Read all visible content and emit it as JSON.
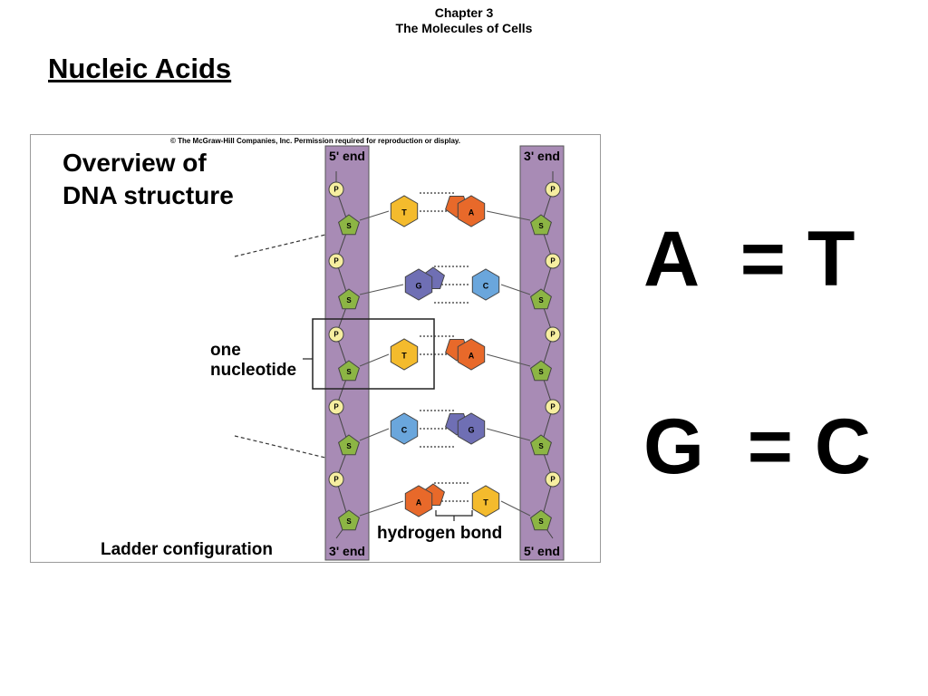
{
  "header": {
    "chapter": "Chapter 3",
    "subtitle": "The Molecules of Cells"
  },
  "slide": {
    "title": "Nucleic Acids"
  },
  "figure": {
    "copyright": "© The McGraw-Hill Companies, Inc. Permission required for reproduction or display.",
    "title_line1": "Overview of",
    "title_line2": "DNA structure",
    "left_top_label": "5' end",
    "left_bottom_label": "3' end",
    "right_top_label": "3' end",
    "right_bottom_label": "5' end",
    "phosphate_label": "P",
    "sugar_label": "S",
    "one_nucleotide_line1": "one",
    "one_nucleotide_line2": "nucleotide",
    "hydrogen_bond_label": "hydrogen bond",
    "ladder_label": "Ladder configuration",
    "base_pairs": [
      {
        "left": "T",
        "right": "A"
      },
      {
        "left": "G",
        "right": "C"
      },
      {
        "left": "T",
        "right": "A"
      },
      {
        "left": "C",
        "right": "G"
      },
      {
        "left": "A",
        "right": "T"
      }
    ],
    "colors": {
      "backbone": "#a88bb5",
      "phosphate": "#f6eea0",
      "sugar": "#8cb544",
      "base_A": "#e8692a",
      "base_T": "#f4bb2d",
      "base_G": "#6f6fb4",
      "base_C": "#6aa6dc"
    }
  },
  "pairing": {
    "rule1": {
      "left": "A",
      "sign": "=",
      "right": "T"
    },
    "rule2": {
      "left": "G",
      "sign": "=",
      "right": "C"
    }
  }
}
